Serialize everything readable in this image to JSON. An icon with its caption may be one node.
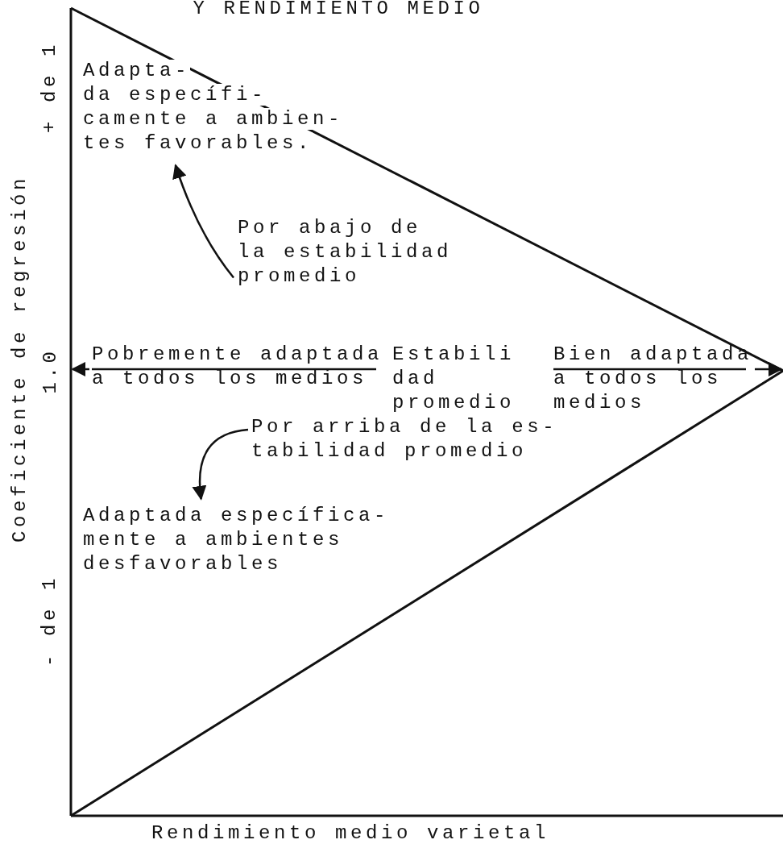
{
  "diagram": {
    "nodes": [
      {
        "text": [
          "Adapta- da específi- camente a ambien- tes favorables."
        ]
      },
      {
        "text": [
          "Por abajo de la estabilidad promedio"
        ]
      },
      {
        "text": [
          "Pobremente adaptada a todos los medios"
        ]
      },
      {
        "text": [
          "Estabili dad promedio"
        ]
      },
      {
        "text": [
          "Bien adaptada a todos los medios"
        ]
      },
      {
        "text": [
          "Por arriba de la es- tabilidad promedio"
        ]
      },
      {
        "text": [
          "Adaptada específica- mente a ambientes desfavorables"
        ]
      }
    ],
    "edges": [
      {
        "from": 1,
        "to": 0,
        "arrow": "to"
      },
      {
        "from": 5,
        "to": 6,
        "arrow": "to"
      },
      {
        "from": 2,
        "to": null,
        "arrow": "to"
      },
      {
        "from": 4,
        "to": null,
        "arrow": "to"
      }
    ],
    "labels": [
      "Y RENDIMIENTO MEDIO",
      "Coeficiente de regresión",
      "+ de 1",
      "1.0",
      "- de 1",
      "Rendimiento medio varietal"
    ]
  }
}
